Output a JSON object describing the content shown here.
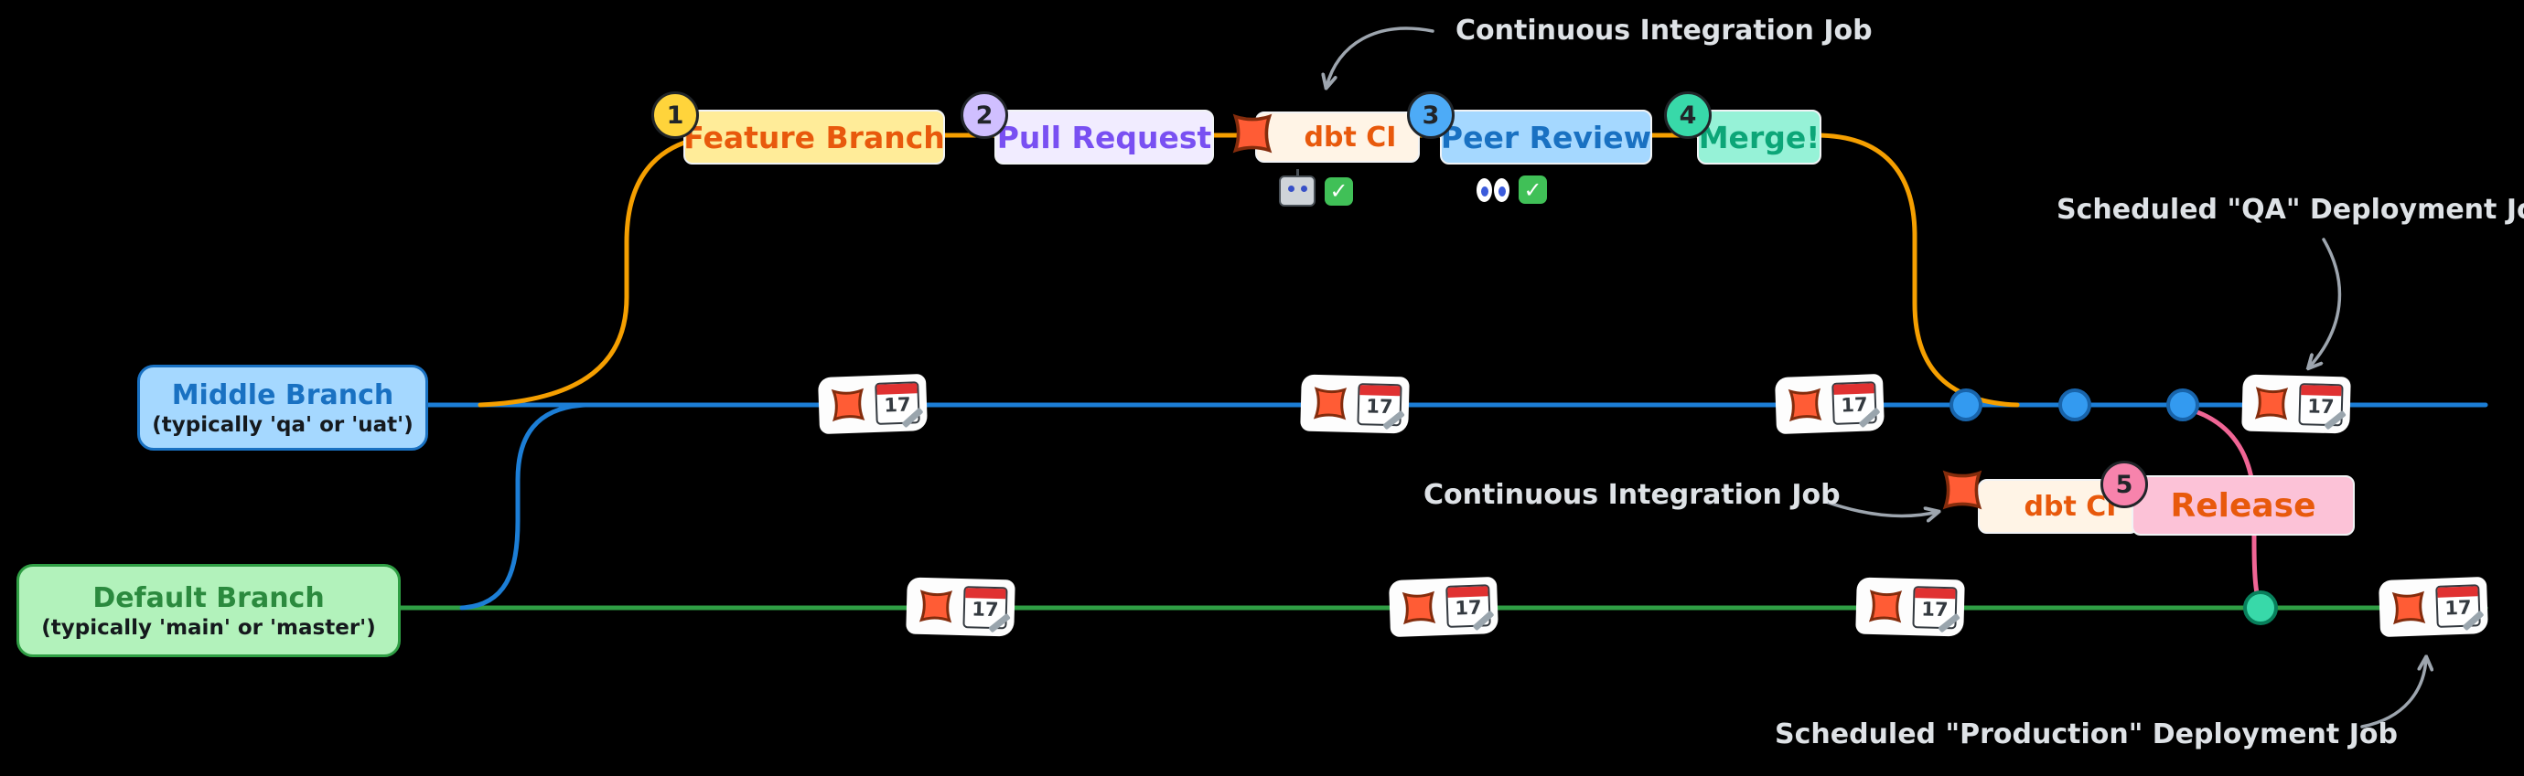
{
  "annotations": {
    "ci_top": "Continuous Integration Job",
    "ci_release": "Continuous Integration Job",
    "qa_deploy": "Scheduled \"QA\" Deployment Job",
    "prod_deploy": "Scheduled \"Production\" Deployment Job"
  },
  "steps": {
    "feature_branch": {
      "num": "1",
      "label": "Feature Branch"
    },
    "pull_request": {
      "num": "2",
      "label": "Pull Request"
    },
    "dbt_ci_top": {
      "label": "dbt CI"
    },
    "peer_review": {
      "num": "3",
      "label": "Peer Review"
    },
    "merge": {
      "num": "4",
      "label": "Merge!"
    },
    "dbt_ci_release": {
      "label": "dbt CI"
    },
    "release": {
      "num": "5",
      "label": "Release"
    }
  },
  "branches": {
    "middle": {
      "title": "Middle Branch",
      "subtitle": "(typically 'qa' or 'uat')"
    },
    "default_branch": {
      "title": "Default Branch",
      "subtitle": "(typically 'main' or 'master')"
    }
  },
  "calendar": {
    "day": "17"
  },
  "icons": {
    "check_glyph": "✓"
  },
  "colors": {
    "background": "#000000",
    "feature_line": "#f59f00",
    "middle_line": "#1c7ed6",
    "default_line": "#2f9e44",
    "release_line": "#f06595",
    "dbt_orange": "#ff5c35",
    "annotation_text": "#dee2e6"
  }
}
